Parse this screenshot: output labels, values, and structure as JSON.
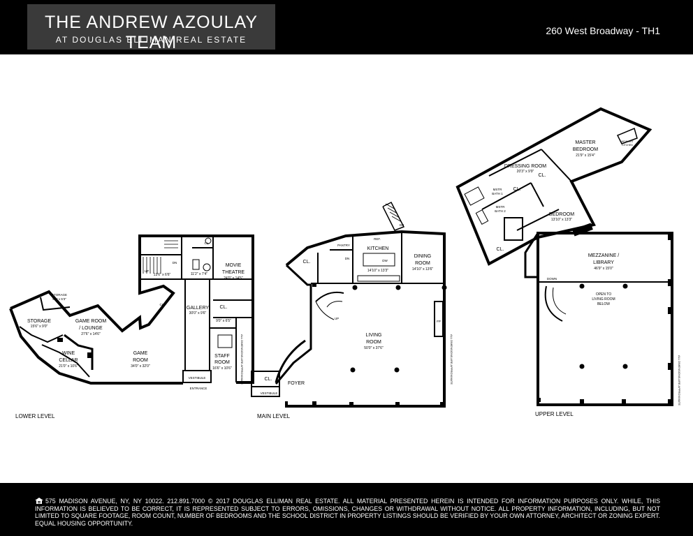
{
  "header": {
    "brand_title": "THE ANDREW AZOULAY TEAM",
    "brand_subtitle": "AT DOUGLAS ELLIMAN REAL ESTATE",
    "address": "260 West Broadway - TH1"
  },
  "levels": {
    "lower": "LOWER LEVEL",
    "main": "MAIN LEVEL",
    "upper": "UPPER LEVEL"
  },
  "disclaimer_vertical": "ALL DIMENSIONS ARE APPROXIMATE",
  "rooms": {
    "storage_small": {
      "name": "STORAGE",
      "dim": "9'4\" x 5'3\""
    },
    "storage": {
      "name": "STORAGE",
      "dim": "15'6\" x 9'0\""
    },
    "game_lounge_1": "GAME ROOM",
    "game_lounge_2": "/ LOUNGE",
    "game_lounge_dim": "27'6\" x 14'6\"",
    "wine_1": "WINE",
    "wine_2": "CELLAR",
    "wine_dim": "21'0\" x 10'6\"",
    "game_1": "GAME",
    "game_2": "ROOM",
    "game_dim": "34'0\" x 32'0\"",
    "lower_stair_dim": "13'6\" x 6'6\"",
    "lower_hall_dim": "11'2\" x 7'4\"",
    "movie_1": "MOVIE",
    "movie_2": "THEATRE",
    "movie_dim": "24'0\" x 14'5\"",
    "gallery": "GALLERY",
    "gallery_dim": "30'0\" x 9'6\"",
    "lower_closet_dim": "9'0\" x 6'5\"",
    "staff_1": "STAFF",
    "staff_2": "ROOM",
    "staff_dim": "16'6\" x 10'6\"",
    "vestibule": "VESTIBULE",
    "entrance": "ENTRANCE",
    "pantry": "PANTRY",
    "ref": "REF.",
    "kitchen": "KITCHEN",
    "kitchen_dim": "14'10\" x 13'3\"",
    "dw": "DW",
    "dining_1": "DINING",
    "dining_2": "ROOM",
    "dining_dim": "14'10\" x 13'6\"",
    "living_1": "LIVING",
    "living_2": "ROOM",
    "living_dim": "50'0\" x 37'6\"",
    "fp": "FP",
    "foyer": "FOYER",
    "master_1": "MASTER",
    "master_2": "BEDROOM",
    "master_dim": "21'9\" x 15'4\"",
    "midnight_1": "MIDNIGHT",
    "midnight_2": "KITCHEN",
    "dressing": "DRESSING ROOM",
    "dressing_dim": "20'3\" x 9'9\"",
    "mstr_bath1_1": "MSTR",
    "mstr_bath1_2": "BATH 1",
    "mstr_bath2_1": "MSTR",
    "mstr_bath2_2": "BATH 2",
    "bedroom": "BEDROOM",
    "bedroom_dim": "13'10\" x 13'3\"",
    "mezz_1": "MEZZANINE /",
    "mezz_2": "LIBRARY",
    "mezz_dim": "46'9\" x 15'0\"",
    "open_1": "OPEN TO",
    "open_2": "LIVING ROOM",
    "open_3": "BELOW"
  },
  "labels": {
    "closet": "CL.",
    "up": "UP",
    "dn": "DN",
    "down": "DOWN"
  },
  "footer": {
    "text": "575 MADISON AVENUE, NY, NY 10022. 212.891.7000 © 2017 DOUGLAS ELLIMAN REAL ESTATE. ALL MATERIAL PRESENTED HEREIN IS INTENDED FOR INFORMATION PURPOSES ONLY. WHILE, THIS INFORMATION IS BELIEVED TO BE CORRECT, IT IS REPRESENTED SUBJECT TO ERRORS, OMISSIONS, CHANGES OR WITHDRAWAL WITHOUT NOTICE. ALL PROPERTY INFORMATION, INCLUDING, BUT NOT LIMITED TO SQUARE FOOTAGE, ROOM COUNT, NUMBER OF BEDROOMS AND THE SCHOOL DISTRICT IN PROPERTY LISTINGS SHOULD BE VERIFIED BY YOUR OWN ATTORNEY, ARCHITECT OR ZONING EXPERT. EQUAL HOUSING OPPORTUNITY."
  }
}
